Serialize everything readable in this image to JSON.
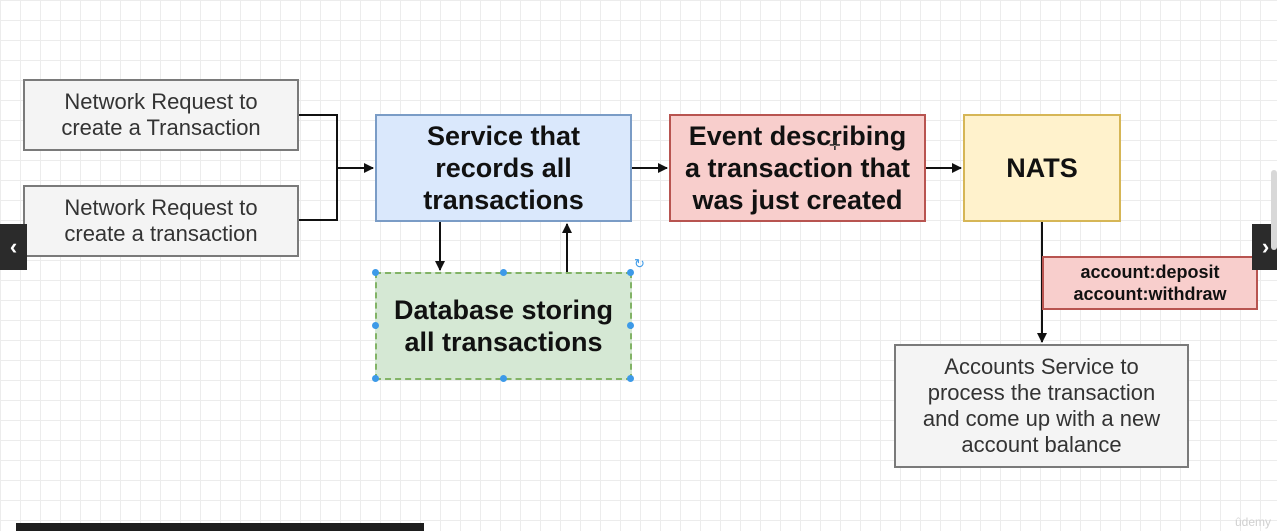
{
  "diagram": {
    "nodes": {
      "request_1": "Network Request to\ncreate a Transaction",
      "request_2": "Network Request to\ncreate a transaction",
      "service": "Service that\nrecords all\ntransactions",
      "database": "Database storing\nall transactions",
      "event": "Event describing\na transaction that\nwas just created",
      "nats": "NATS",
      "channels": "account:deposit\naccount:withdraw",
      "accounts_service": "Accounts Service to\nprocess the transaction\nand come up with a new\naccount balance"
    },
    "edges": [
      {
        "from": "request_1",
        "to": "service"
      },
      {
        "from": "request_2",
        "to": "service"
      },
      {
        "from": "service",
        "to": "database"
      },
      {
        "from": "database",
        "to": "service"
      },
      {
        "from": "service",
        "to": "event"
      },
      {
        "from": "event",
        "to": "nats"
      },
      {
        "from": "nats",
        "to": "accounts_service",
        "label": "channels"
      }
    ],
    "colors": {
      "service_fill": "#dae8fc",
      "event_fill": "#f8cecc",
      "nats_fill": "#fff2cc",
      "database_fill": "#d5e8d4",
      "selection_accent": "#3d9ae8"
    }
  },
  "navigation": {
    "prev_icon": "chevron-left-icon",
    "next_icon": "chevron-right-icon"
  },
  "watermark": "ûdemy"
}
